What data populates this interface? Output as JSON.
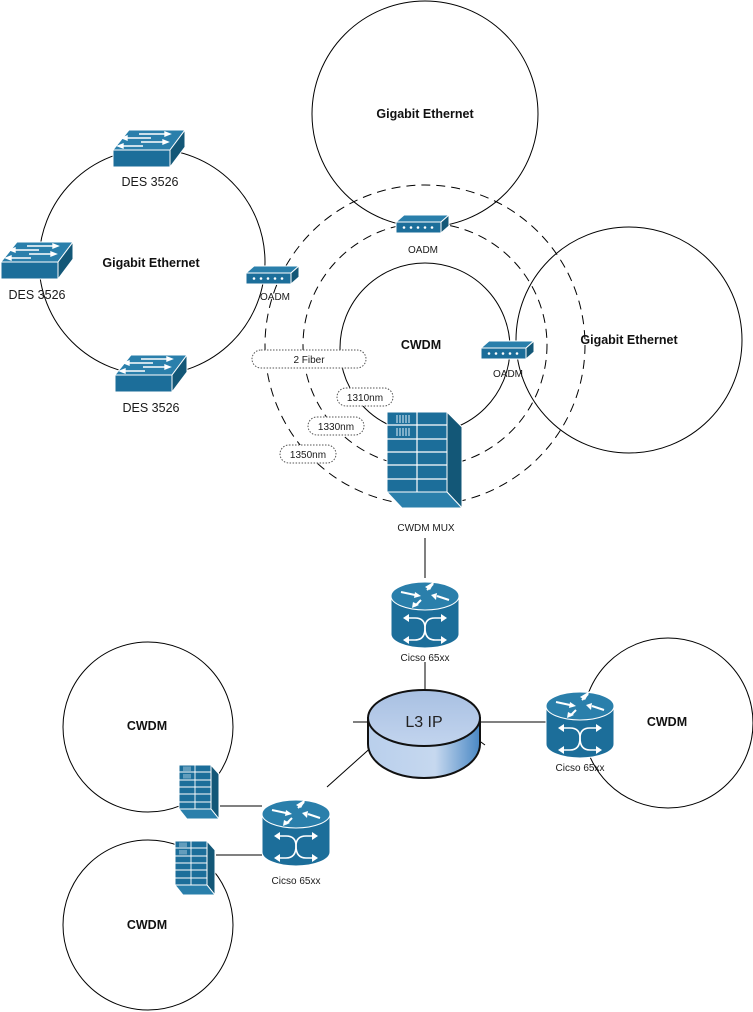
{
  "rings": {
    "gigabit_left": {
      "label": "Gigabit Ethernet"
    },
    "gigabit_top": {
      "label": "Gigabit Ethernet"
    },
    "gigabit_right": {
      "label": "Gigabit Ethernet"
    },
    "cwdm_center": {
      "label": "CWDM"
    },
    "cwdm_bottom_right": {
      "label": "CWDM"
    },
    "cwdm_bottom_left_upper": {
      "label": "CWDM"
    },
    "cwdm_bottom_left_lower": {
      "label": "CWDM"
    }
  },
  "switches": [
    {
      "label": "DES 3526",
      "icon": "switch-icon"
    },
    {
      "label": "DES 3526",
      "icon": "switch-icon"
    },
    {
      "label": "DES 3526",
      "icon": "switch-icon"
    }
  ],
  "oadms": [
    {
      "label": "OADM",
      "icon": "oadm-icon"
    },
    {
      "label": "OADM",
      "icon": "oadm-icon"
    },
    {
      "label": "OADM",
      "icon": "oadm-icon"
    }
  ],
  "fiber_labels": {
    "two_fiber": "2 Fiber",
    "wavelengths": [
      "1310nm",
      "1330nm",
      "1350nm"
    ]
  },
  "mux": {
    "label": "CWDM MUX",
    "icon": "cwdm-mux-icon"
  },
  "routers": [
    {
      "label": "Cicso 65xx",
      "icon": "router-icon"
    },
    {
      "label": "Cicso 65xx",
      "icon": "router-icon"
    },
    {
      "label": "Cicso 65xx",
      "icon": "router-icon"
    }
  ],
  "core": {
    "label": "L3 IP",
    "icon": "l3-ip-cloud-disk"
  },
  "colors": {
    "device_blue": "#1c6e9a",
    "core_disk": "#a9c2e4"
  }
}
